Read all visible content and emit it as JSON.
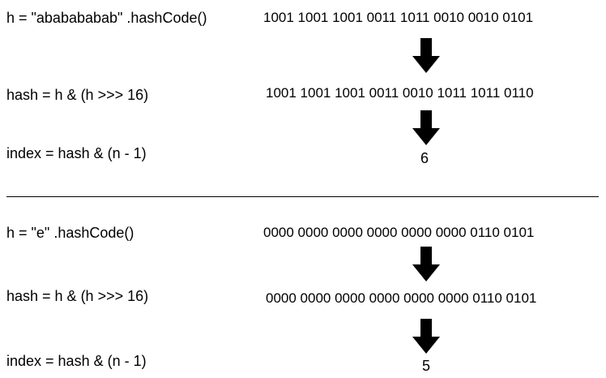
{
  "section1": {
    "h_label": "h = \"ababababab\" .hashCode()",
    "h_bits": "1001 1001 1001 0011 1011 0010 0010 0101",
    "hash_label": "hash = h & (h >>> 16)",
    "hash_bits": "1001 1001 1001 0011 0010 1011 1011 0110",
    "index_label": "index = hash & (n - 1)",
    "index_value": "6"
  },
  "section2": {
    "h_label": "h = \"e\" .hashCode()",
    "h_bits": "0000 0000 0000 0000 0000 0000 0110 0101",
    "hash_label": "hash = h & (h >>> 16)",
    "hash_bits": "0000 0000 0000 0000 0000 0000 0110 0101",
    "index_label": "index = hash & (n - 1)",
    "index_value": "5"
  },
  "colors": {
    "text": "#000000",
    "arrow": "#000000",
    "background": "#ffffff"
  },
  "icons": {
    "arrow": "arrow-down-icon"
  }
}
